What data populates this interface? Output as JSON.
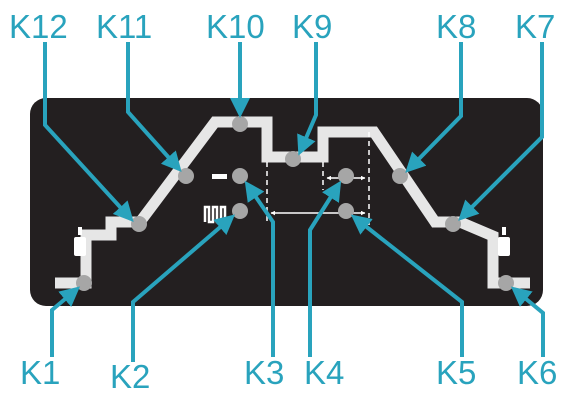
{
  "colors": {
    "panel": "#231f20",
    "path": "#e6e6e6",
    "knob": "#a6a6a6",
    "accent": "#29a3bd",
    "background": "#ffffff"
  },
  "icons": {
    "left_gas": "gas-cylinder-icon",
    "right_gas": "gas-cylinder-icon",
    "pulse": "pulse-waveform-icon",
    "minus": "minus-icon",
    "width_arrow_k4": "double-arrow-icon",
    "width_arrow_k5": "double-arrow-icon"
  },
  "labels": {
    "k1": "K1",
    "k2": "K2",
    "k3": "K3",
    "k4": "K4",
    "k5": "K5",
    "k6": "K6",
    "k7": "K7",
    "k8": "K8",
    "k9": "K9",
    "k10": "K10",
    "k11": "K11",
    "k12": "K12"
  }
}
